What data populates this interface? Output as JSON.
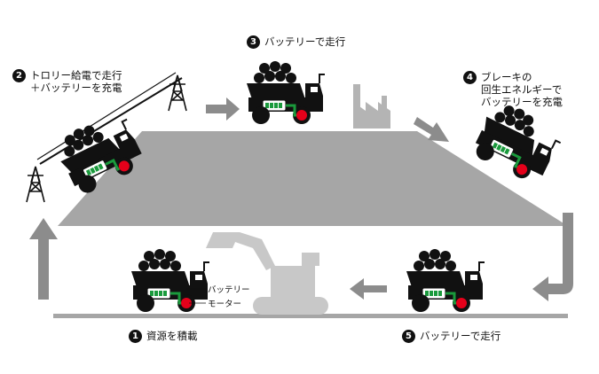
{
  "steps": [
    {
      "num": "1",
      "text": "資源を積載"
    },
    {
      "num": "2",
      "line1": "トロリー給電で走行",
      "line2": "＋バッテリーを充電"
    },
    {
      "num": "3",
      "text": "バッテリーで走行"
    },
    {
      "num": "4",
      "line1": "ブレーキの",
      "line2": "回生エネルギーで",
      "line3": "バッテリーを充電"
    },
    {
      "num": "5",
      "text": "バッテリーで走行"
    }
  ],
  "legend": {
    "battery": "バッテリー",
    "motor": "モーター"
  },
  "colors": {
    "accent_green": "#1a9a3c",
    "motor_red": "#e5001a",
    "arrow_gray": "#8c8c8c",
    "ground_gray": "#a6a6a6",
    "truck_black": "#111111"
  }
}
